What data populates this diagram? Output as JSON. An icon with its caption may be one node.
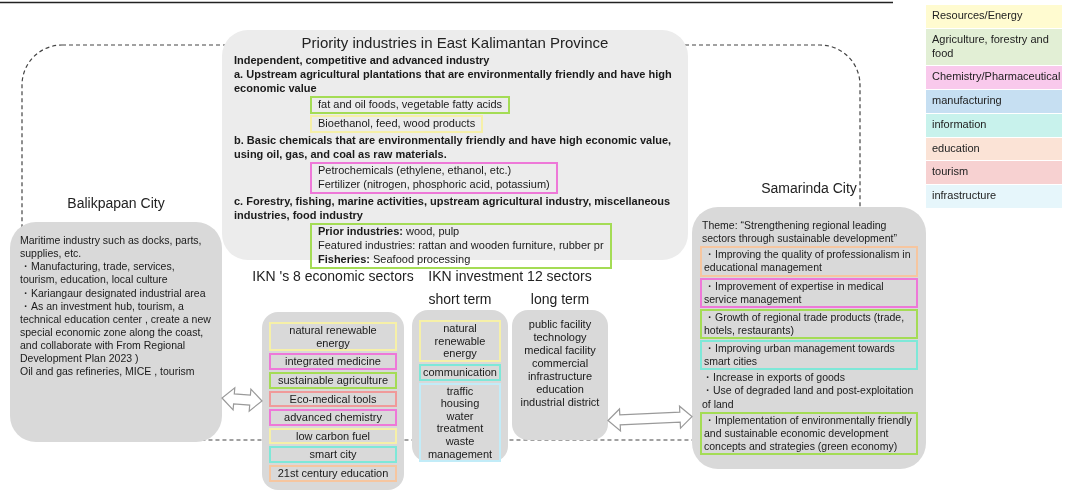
{
  "diagram": {
    "nodes": [
      {
        "text": [
          "Priority industries in East Kalimantan Province",
          "Independent, competitive and advanced industry",
          "a. Upstream agricultural plantations that are environmentally friendly and have high economic value",
          "b. Basic chemicals that are environmentally friendly and have high economic value, using oil, gas, and coal as raw materials.",
          "c. Forestry, fishing, marine activities, upstream agricultural industry, miscellaneous industries, food industry"
        ]
      },
      {
        "text": [
          "fat and oil foods, vegetable fatty acids"
        ],
        "in": 0
      },
      {
        "text": [
          "Bioethanol, feed, wood products"
        ],
        "in": 0
      },
      {
        "text": [
          "Petrochemicals (ethylene, ethanol, etc.)",
          "Fertilizer (nitrogen, phosphoric acid, potassium)"
        ],
        "in": 0
      },
      {
        "text": [
          "**Prior industries:** wood, pulp",
          "Featured industries: rattan and wooden furniture, rubber pr",
          "**Fisheries:** Seafood processing"
        ],
        "in": 0
      },
      {
        "text": [
          "Balikpapan City",
          "Maritime industry such as docks, parts, supplies, etc.",
          "・Manufacturing, trade, services, tourism, education, local culture",
          "・Kariangaur designated industrial area",
          "・As an investment hub, tourism, a technical education center , create a new special economic zone along the coast, and collaborate with From Regional Development Plan 2023 )",
          "Oil and gas refineries, MICE , tourism"
        ]
      },
      {
        "text": [
          "IKN 's 8 economic sectors"
        ]
      },
      {
        "text": [
          "natural renewable energy"
        ],
        "in": 6
      },
      {
        "text": [
          "integrated medicine"
        ],
        "in": 6
      },
      {
        "text": [
          "sustainable agriculture"
        ],
        "in": 6
      },
      {
        "text": [
          "Eco-medical tools"
        ],
        "in": 6
      },
      {
        "text": [
          "advanced chemistry"
        ],
        "in": 6
      },
      {
        "text": [
          "low carbon fuel"
        ],
        "in": 6
      },
      {
        "text": [
          "smart city"
        ],
        "in": 6
      },
      {
        "text": [
          "21st century education"
        ],
        "in": 6
      },
      {
        "text": [
          "short term"
        ]
      },
      {
        "text": [
          "natural renewable energy"
        ],
        "in": 15
      },
      {
        "text": [
          "communication"
        ],
        "in": 15
      },
      {
        "text": [
          "traffic",
          "housing",
          "water treatment",
          "waste management"
        ],
        "in": 15
      },
      {
        "text": [
          "long term",
          "public facility",
          "technology",
          "medical facility",
          "commercial",
          "infrastructure",
          "education",
          "industrial district"
        ]
      },
      {
        "text": [
          "Samarinda City",
          "Theme: “Strengthening regional leading sectors through sustainable development”",
          "・Increase in exports of goods",
          "・Use of degraded land and post-exploitation of land"
        ]
      },
      {
        "text": [
          "・Improving the quality of professionalism in educational management"
        ],
        "in": 20
      },
      {
        "text": [
          "・Improvement of expertise in medical service management"
        ],
        "in": 20
      },
      {
        "text": [
          "・Growth of regional trade products (trade, hotels, restaurants)"
        ],
        "in": 20
      },
      {
        "text": [
          "・Improving urban management towards smart cities"
        ],
        "in": 20
      },
      {
        "text": [
          "・Implementation of environmentally friendly and sustainable economic development concepts and strategies (green economy)"
        ],
        "in": 20
      }
    ],
    "edges": [
      {
        "from": 5,
        "to": 6,
        "arrow": "both"
      },
      {
        "from": 19,
        "to": 20,
        "arrow": "both"
      }
    ],
    "labels": [
      "IKN investment 12 sectors"
    ],
    "legend": [
      {
        "text": "Resources/Energy",
        "color": "#fffbd0"
      },
      {
        "text": "Agriculture, forestry and food",
        "color": "#e2efd5"
      },
      {
        "text": "Chemistry/Pharmaceutical",
        "color": "#f9c9ec"
      },
      {
        "text": "manufacturing",
        "color": "#c6dff2"
      },
      {
        "text": "information",
        "color": "#c8f2ec"
      },
      {
        "text": "education",
        "color": "#fbe3d6"
      },
      {
        "text": "tourism",
        "color": "#f7d1d1"
      },
      {
        "text": "infrastructure",
        "color": "#e6f6fb"
      }
    ]
  }
}
